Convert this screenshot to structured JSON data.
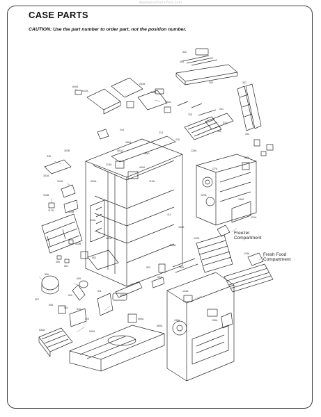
{
  "header": {
    "watermark": "AppliancePartsPros.com",
    "title": "CASE PARTS",
    "caution": "CAUTION: Use the part number to order part, not the position number."
  },
  "annotations": {
    "freezer_line1": "Freezer",
    "freezer_line2": "Compartment",
    "fresh_line1": "Fresh Food",
    "fresh_line2": "Compartment"
  },
  "position_labels": [
    "302",
    "305",
    "303",
    "301",
    "304",
    "600A",
    "612A",
    "602A",
    "281B",
    "281A",
    "213",
    "244",
    "216",
    "201",
    "310",
    "311",
    "315",
    "316",
    "302B",
    "302A",
    "310A",
    "310B",
    "410B",
    "117A",
    "315A",
    "320A",
    "319A",
    "400A",
    "401A",
    "280A",
    "145D",
    "110A",
    "111",
    "150A",
    "603A",
    "402A",
    "402B",
    "406",
    "501",
    "502",
    "503",
    "504",
    "505",
    "506",
    "507",
    "508",
    "509",
    "510",
    "511",
    "512",
    "515",
    "520",
    "530A",
    "540A",
    "550A",
    "560A",
    "125A",
    "126A",
    "127A",
    "128A",
    "129A",
    "130A",
    "131A",
    "132A",
    "133A",
    "134A",
    "135A",
    "136A"
  ]
}
